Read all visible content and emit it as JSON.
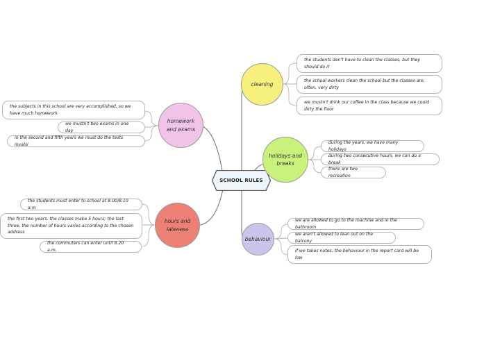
{
  "central_topic": "SCHOOL RULES",
  "branches": {
    "cleaning": {
      "label": "cleaning",
      "color": "#f8f07c",
      "items": [
        "the students don't have to clean the classes, but they should do it",
        "the school workers clean the school but the classes are, often, very dirty",
        "we mustn't drink our coffee in the class because we could dirty the floor"
      ]
    },
    "holidays": {
      "label": "holidays and breaks",
      "color": "#c8f27a",
      "items": [
        "during the years, we have many holidays",
        "during two consecutive hours, we can do a break",
        "there are two recreation"
      ]
    },
    "behaviour": {
      "label": "behaviour",
      "color": "#cdc4ec",
      "items": [
        "we are allowed to go to the machine and in the bathroom",
        "we aren't allowed to lean out on the balcony",
        "if we takes notes, the behaviour in the report card will be low"
      ]
    },
    "homework": {
      "label": "homework and exams",
      "color": "#f1c3e7",
      "items": [
        "the subjects in this school are very accomplished, so we have much homework",
        "we mustn't two exams in one day",
        "in the second and fifth years we must do the tests invalsi"
      ]
    },
    "hours": {
      "label": "hours and lateness",
      "color": "#ec8075",
      "items": [
        "the students must enter to school at 8.00/8.10 a.m",
        "the first two years, the classes make 5 hours; the last three, the number of hours varies according to the chosen address",
        "the commuters can enter until 8.20 a.m."
      ]
    }
  }
}
